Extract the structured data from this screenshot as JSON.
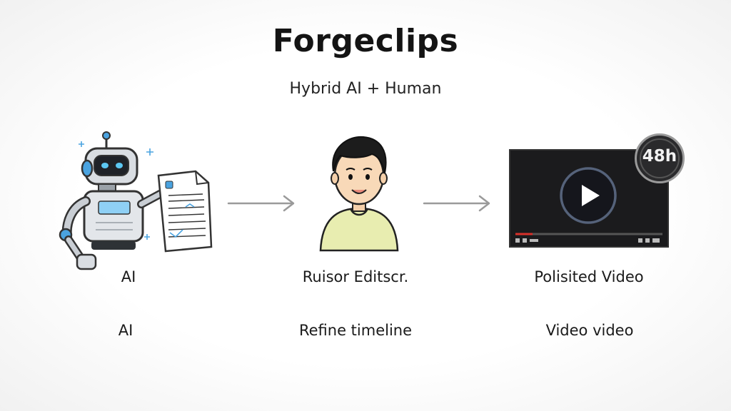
{
  "header": {
    "title": "Forgeclips",
    "subtitle": "Hybrid AI + Human"
  },
  "steps": [
    {
      "label": "AI",
      "description": "AI",
      "icon": "robot-icon"
    },
    {
      "label": "Ruisor Editscr.",
      "description": "Refine timeline",
      "icon": "human-editor-icon"
    },
    {
      "label": "Polisited Video",
      "description": "Video video",
      "icon": "video-player-icon"
    }
  ],
  "badge": {
    "text": "48h"
  },
  "colors": {
    "accent_blue": "#4aa3e0",
    "arrow_gray": "#9a9a9a",
    "video_bg": "#1b1b1d",
    "progress_red": "#d9302a",
    "shirt": "#e8edb0"
  }
}
